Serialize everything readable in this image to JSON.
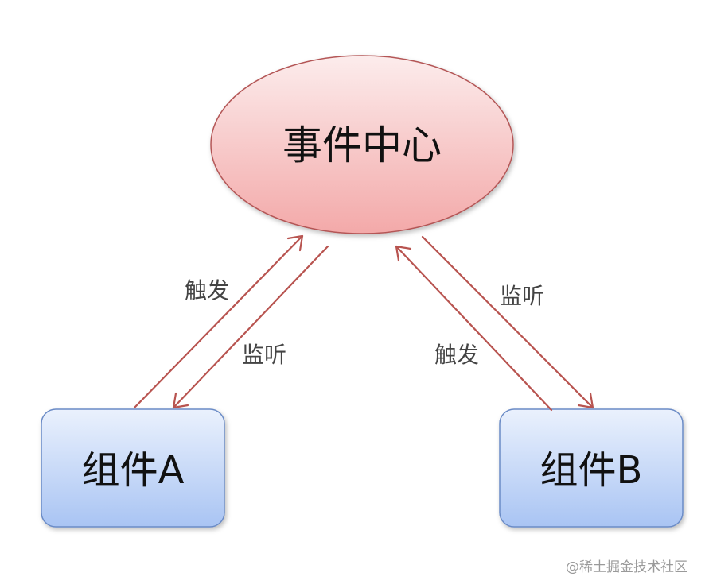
{
  "nodes": {
    "center": {
      "label": "事件中心"
    },
    "component_a": {
      "label": "组件A"
    },
    "component_b": {
      "label": "组件B"
    }
  },
  "edges": {
    "a_trigger": {
      "label": "触发"
    },
    "a_listen": {
      "label": "监听"
    },
    "b_listen": {
      "label": "监听"
    },
    "b_trigger": {
      "label": "触发"
    }
  },
  "colors": {
    "arrow": "#b85450",
    "center_fill_top": "#fcecec",
    "center_fill_bottom": "#f3a9a9",
    "center_stroke": "#b45757",
    "component_fill_top": "#eaf1fd",
    "component_fill_bottom": "#a9c4f3",
    "component_stroke": "#6b8bc6"
  },
  "watermark": "@稀土掘金技术社区"
}
